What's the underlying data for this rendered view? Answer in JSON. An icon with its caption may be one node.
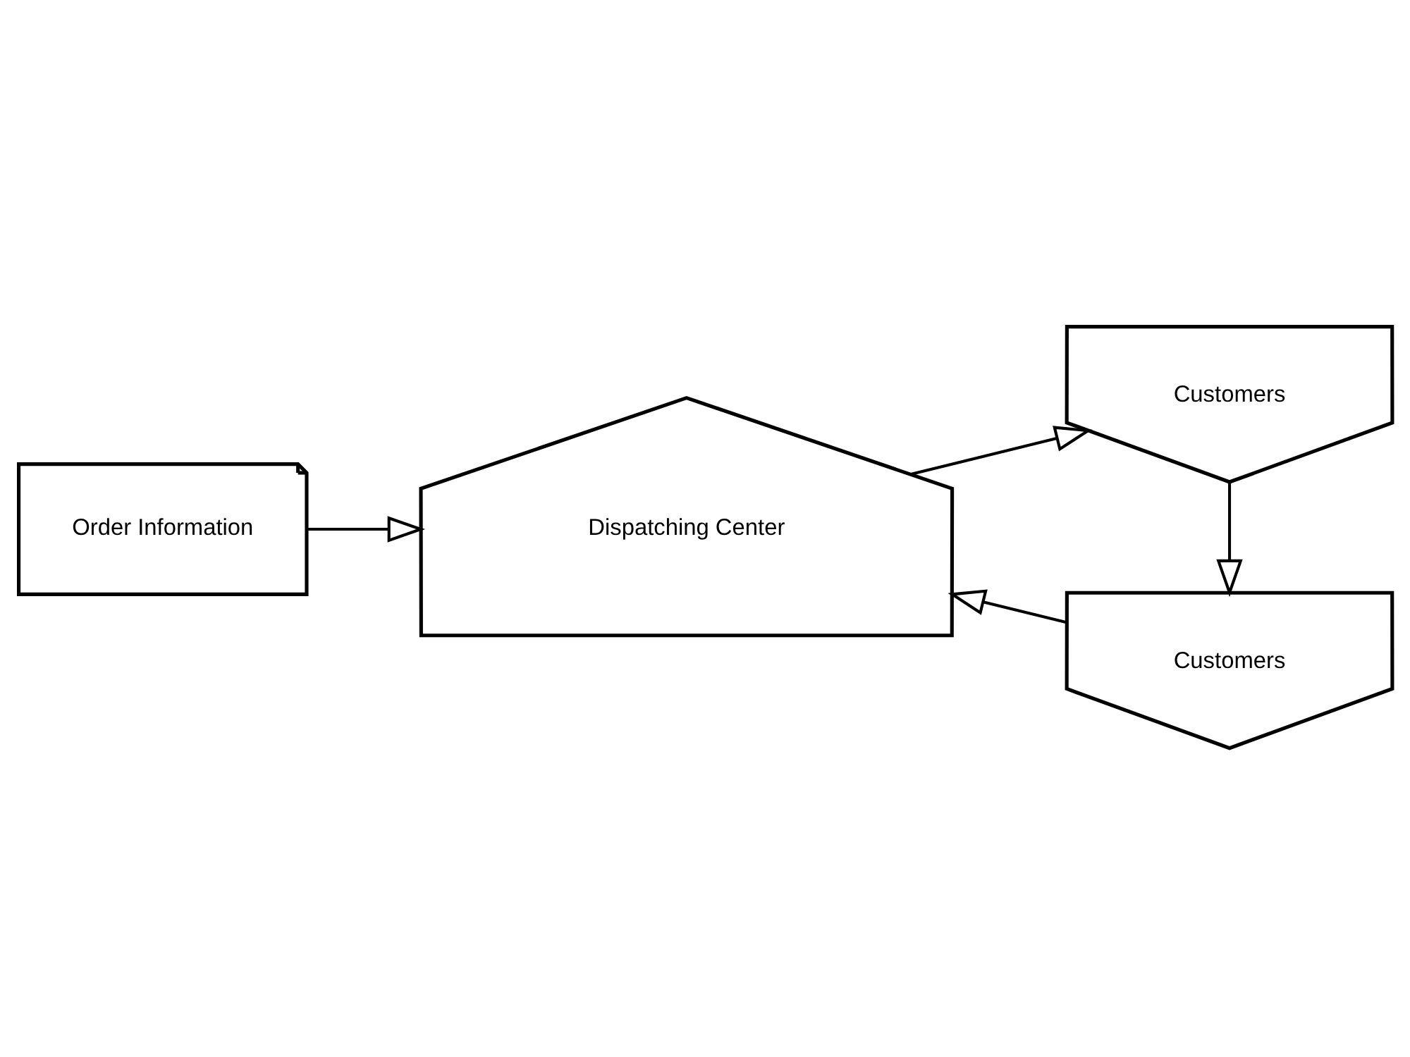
{
  "diagram": {
    "nodes": [
      {
        "text": [
          "Order Information"
        ]
      },
      {
        "text": [
          "Dispatching Center"
        ]
      },
      {
        "text": [
          "Customers"
        ]
      },
      {
        "text": [
          "Customers"
        ]
      }
    ],
    "edges": [
      {
        "from": 0,
        "to": 1,
        "arrow": "to"
      },
      {
        "from": 1,
        "to": 2,
        "arrow": "to"
      },
      {
        "from": 2,
        "to": 3,
        "arrow": "to"
      },
      {
        "from": 3,
        "to": 1,
        "arrow": "to"
      }
    ]
  }
}
